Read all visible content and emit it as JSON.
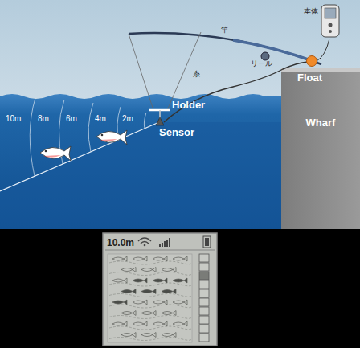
{
  "diagram": {
    "nodes": [
      {
        "text": [
          "Wharf"
        ]
      }
    ],
    "labels": [
      "竿",
      "リール",
      "本体",
      "糸",
      "Float",
      "Holder",
      "Sensor",
      "10m",
      "8m",
      "6m",
      "4m",
      "2m",
      "10.0m"
    ]
  }
}
